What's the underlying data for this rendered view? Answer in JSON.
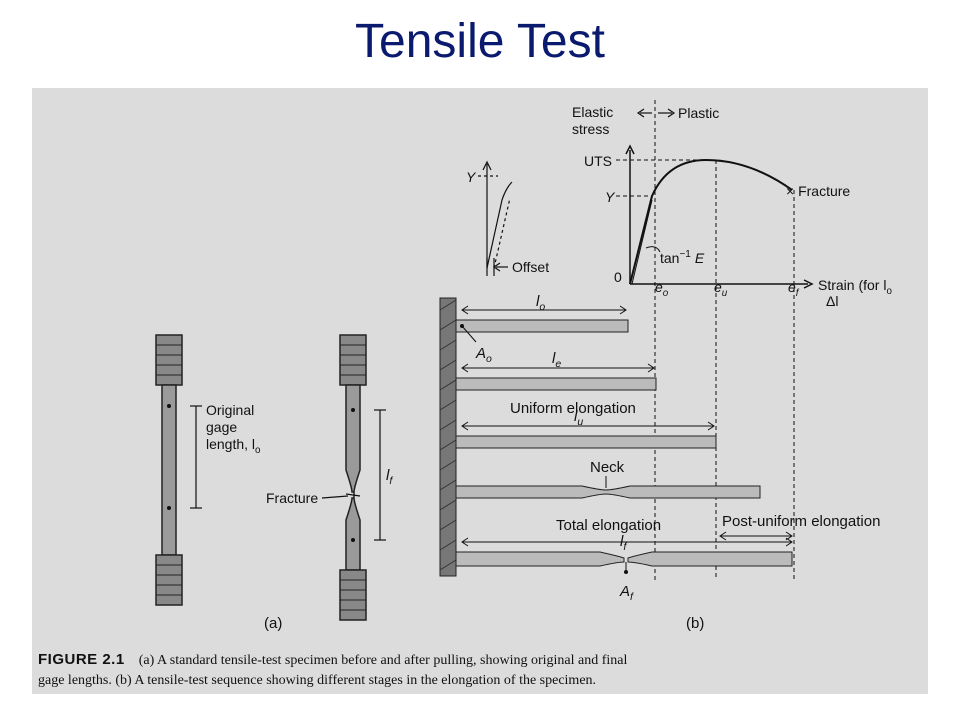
{
  "slide": {
    "title": "Tensile Test"
  },
  "figure_a": {
    "panel_label": "(a)",
    "original_gage_length": [
      "Original",
      "gage",
      "length, l"
    ],
    "original_gage_sub": "o",
    "fracture_label": "Fracture",
    "final_length_label": "l",
    "final_length_sub": "f"
  },
  "figure_b": {
    "panel_label": "(b)",
    "elastic_label": [
      "Elastic",
      "stress"
    ],
    "plastic_label": "Plastic",
    "uts_label": "UTS",
    "yield_label": "Y",
    "fracture_label": "× Fracture",
    "tan_label": "tan",
    "tan_sup": "−1",
    "modulus_label": "E",
    "origin_label": "0",
    "offset_label": "Offset",
    "inset_yield_label": "Y",
    "strain_eo": "e",
    "strain_eo_sub": "o",
    "strain_eu": "e",
    "strain_eu_sub": "u",
    "strain_ef": "e",
    "strain_ef_sub": "f",
    "strain_axis": [
      "Strain (for l",
      "Δl"
    ],
    "strain_axis_sub": "o",
    "lo_label": "l",
    "lo_sub": "o",
    "ao_label": "A",
    "ao_sub": "o",
    "le_label": "l",
    "le_sub": "e",
    "uniform_label": "Uniform elongation",
    "lu_label": "l",
    "lu_sub": "u",
    "neck_label": "Neck",
    "total_label": "Total elongation",
    "post_uniform_label": "Post-uniform elongation",
    "lf_label": "l",
    "lf_sub": "f",
    "af_label": "A",
    "af_sub": "f"
  },
  "caption": {
    "figure_label": "FIGURE 2.1",
    "line1": "(a) A standard tensile-test specimen before and after pulling, showing original and final",
    "line2": "gage lengths. (b) A tensile-test sequence showing different stages in the elongation of the specimen."
  }
}
